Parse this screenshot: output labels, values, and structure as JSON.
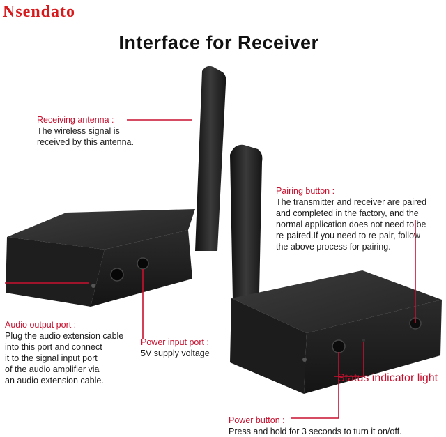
{
  "brand": "Nsendato",
  "title": "Interface for Receiver",
  "callouts": {
    "receiving_antenna": {
      "heading": "Receiving antenna :",
      "lines": [
        "The wireless signal is",
        "received by this antenna."
      ]
    },
    "pairing_button": {
      "heading": "Pairing button :",
      "lines": [
        "The transmitter and receiver are paired",
        "and completed in the factory, and the",
        "normal application does not need to be",
        "re-paired.If you need to re-pair, follow",
        "the above process for pairing."
      ]
    },
    "audio_output_port": {
      "heading": "Audio output port :",
      "lines": [
        "Plug the audio extension cable",
        "into this port and connect",
        "it to the signal input port",
        "of the audio amplifier via",
        "an audio extension cable."
      ]
    },
    "power_input_port": {
      "heading": "Power input port :",
      "lines": [
        "5V supply voltage"
      ]
    },
    "status_indicator": {
      "heading": "Status indicator light"
    },
    "power_button": {
      "heading": "Power button :",
      "lines": [
        "Press and hold for 3 seconds to turn it on/off."
      ]
    }
  },
  "colors": {
    "accent": "#c8102e",
    "brand": "#d7191c",
    "device": "#2a2a2a"
  }
}
